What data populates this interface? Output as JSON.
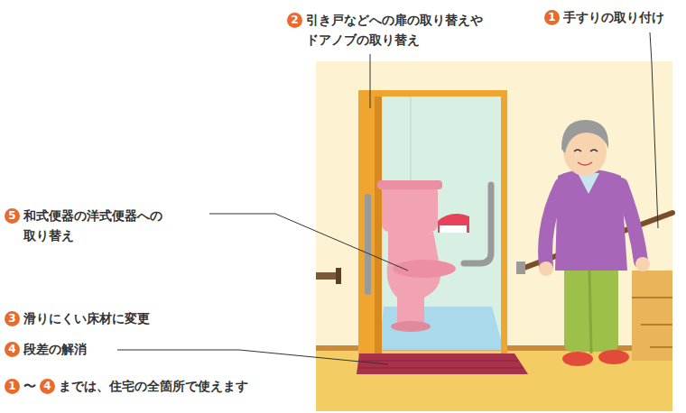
{
  "diagram": {
    "labels": [
      "1",
      "手すりの取り付け",
      "2",
      "引き戸などへの扉の取り替えや ドアノブの取り替え",
      "5",
      "和式便器の洋式便器への 取り替え",
      "3",
      "滑りにくい床材に変更",
      "4",
      "段差の解消",
      "1",
      "〜",
      "4",
      "までは、住宅の全箇所で使えます"
    ]
  }
}
